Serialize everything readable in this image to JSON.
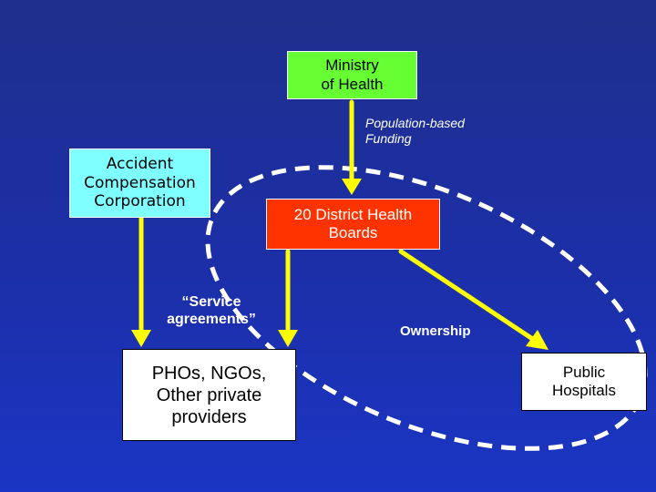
{
  "nodes": {
    "ministry": "Ministry\nof Health",
    "acc": "Accident\nCompensation\nCorporation",
    "dhb": "20 District Health\nBoards",
    "providers": "PHOs, NGOs,\nOther private\nproviders",
    "hospitals": "Public\nHospitals"
  },
  "edge_labels": {
    "funding": "Population-based\nFunding",
    "service": "“Service\nagreements”",
    "ownership": "Ownership"
  },
  "colors": {
    "ministry": "#66ff33",
    "acc": "#7fffff",
    "dhb": "#ff3300",
    "arrow": "#ffff00",
    "boundary": "#ffffff"
  }
}
